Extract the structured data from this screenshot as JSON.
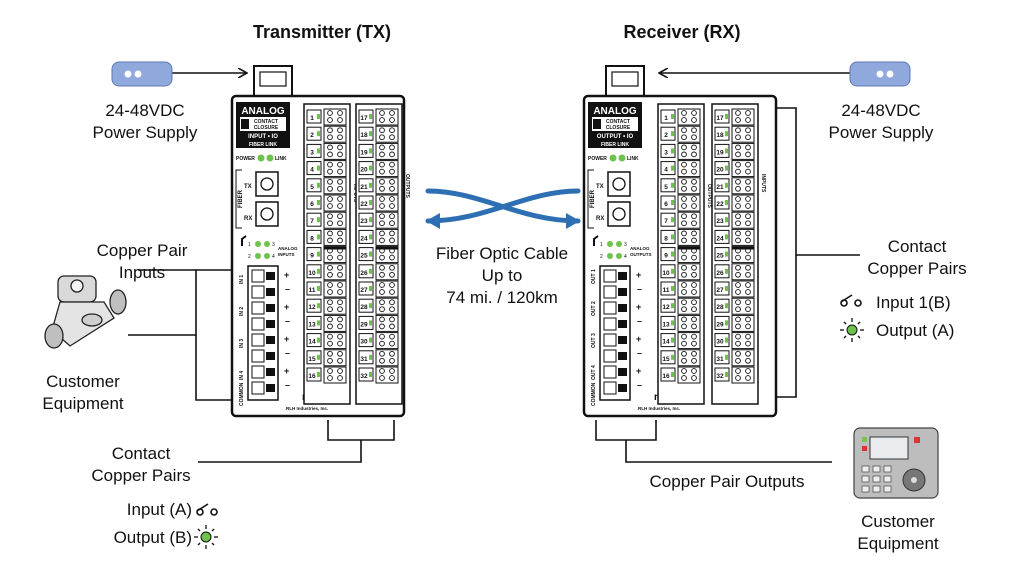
{
  "tx": {
    "title": "Transmitter (TX)",
    "brand": "ANALOG",
    "plus_label": "CONTACT",
    "plus_label2": "CLOSURE",
    "model": "INPUT • IO",
    "model2": "FIBER LINK",
    "power": "POWER",
    "link": "LINK",
    "fiber": "FIBER",
    "tx_port": "TX",
    "rx_port": "RX",
    "column1": "INPUTS",
    "column2": "OUTPUTS",
    "analog_io": "ANALOG",
    "analog_io2": "INPUTS",
    "channels": [
      "IN 1",
      "IN 2",
      "IN 3",
      "IN 4"
    ],
    "common": "COMMON",
    "maker": "RLH Industries, Inc."
  },
  "rx": {
    "title": "Receiver (RX)",
    "brand": "ANALOG",
    "plus_label": "CONTACT",
    "plus_label2": "CLOSURE",
    "model": "OUTPUT • IO",
    "model2": "FIBER LINK",
    "power": "POWER",
    "link": "LINK",
    "fiber": "FIBER",
    "tx_port": "TX",
    "rx_port": "RX",
    "column1": "OUTPUTS",
    "column2": "INPUTS",
    "analog_io": "ANALOG",
    "analog_io2": "OUTPUTS",
    "channels": [
      "OUT 1",
      "OUT 2",
      "OUT 3",
      "OUT 4"
    ],
    "common": "COMMON",
    "maker": "RLH Industries, Inc."
  },
  "terminals_left": [
    "1",
    "2",
    "3",
    "4",
    "5",
    "6",
    "7",
    "8",
    "9",
    "10",
    "11",
    "12",
    "13",
    "14",
    "15",
    "16"
  ],
  "terminals_right": [
    "17",
    "18",
    "19",
    "20",
    "21",
    "22",
    "23",
    "24",
    "25",
    "26",
    "27",
    "28",
    "29",
    "30",
    "31",
    "32"
  ],
  "analog_numbers": [
    "1",
    "3",
    "2",
    "4"
  ],
  "labels": {
    "tx_power_l1": "24-48VDC",
    "tx_power_l2": "Power Supply",
    "rx_power_l1": "24-48VDC",
    "rx_power_l2": "Power Supply",
    "copper_inputs_l1": "Copper Pair",
    "copper_inputs_l2": "Inputs",
    "customer_eq_l1": "Customer",
    "customer_eq_l2": "Equipment",
    "contact_tx_l1": "Contact",
    "contact_tx_l2": "Copper Pairs",
    "input_a": "Input (A)",
    "output_b": "Output (B)",
    "fiber_l1": "Fiber Optic Cable",
    "fiber_l2": "Up to",
    "fiber_l3": "74 mi. / 120km",
    "contact_rx_l1": "Contact",
    "contact_rx_l2": "Copper Pairs",
    "input_1b": "Input 1(B)",
    "output_a": "Output (A)",
    "copper_outputs": "Copper Pair Outputs",
    "customer_eq2_l1": "Customer",
    "customer_eq2_l2": "Equipment"
  },
  "colors": {
    "led": "#6cc24a",
    "fiber_blue": "#2e6fb3",
    "psu_blue": "#8fa9dd"
  }
}
